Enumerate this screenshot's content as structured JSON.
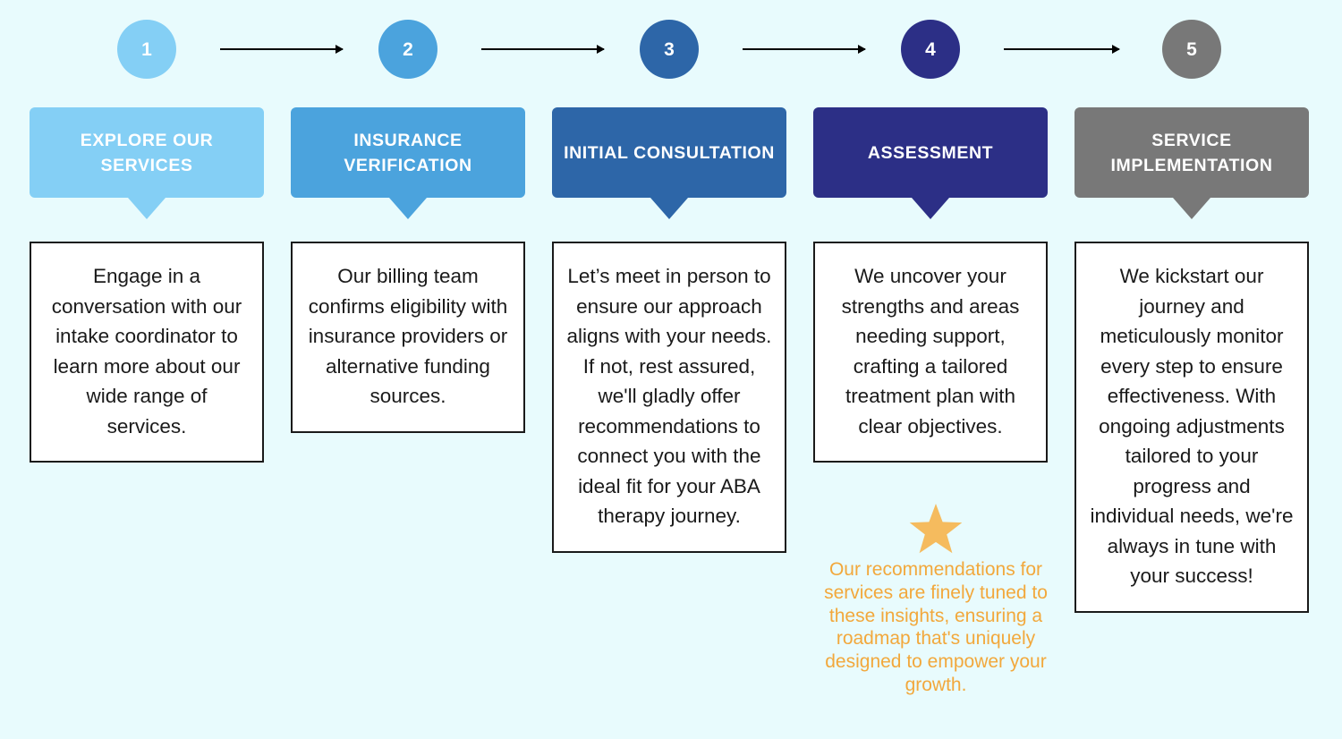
{
  "theme": {
    "background": "#e8fbfd",
    "arrow_color": "#000000",
    "box_border": "#1a1a1a",
    "box_background": "#ffffff",
    "box_text": "#1a1a1a",
    "note_color": "#f2a83c",
    "star_color": "#f5bb5e"
  },
  "steps": [
    {
      "number": "1",
      "title": "EXPLORE OUR SERVICES",
      "body": "Engage in a conversation with our intake coordinator to learn more about our wide range of services.",
      "color": "#84cff5"
    },
    {
      "number": "2",
      "title": "INSURANCE VERIFICATION",
      "body": "Our billing team confirms eligibility with insurance providers or alternative funding sources.",
      "color": "#4ba3dd"
    },
    {
      "number": "3",
      "title": "INITIAL CONSULTATION",
      "body": "Let’s meet in person to ensure our approach aligns with your needs. If not, rest assured, we'll gladly offer recommendations to connect you with the ideal fit for your ABA therapy journey.",
      "color": "#2d66a8"
    },
    {
      "number": "4",
      "title": "ASSESSMENT",
      "body": "We uncover your strengths and areas needing support, crafting a tailored treatment plan with clear objectives.",
      "color": "#2c2f86"
    },
    {
      "number": "5",
      "title": "SERVICE IMPLEMENTATION",
      "body": "We kickstart our journey and meticulously monitor every step to ensure effectiveness. With ongoing adjustments tailored to your progress and individual needs, we're always in tune with your success!",
      "color": "#787878"
    }
  ],
  "note": {
    "icon": "star-icon",
    "text": "Our recommendations for services are finely tuned to these insights, ensuring a roadmap that's uniquely designed to empower your growth."
  }
}
